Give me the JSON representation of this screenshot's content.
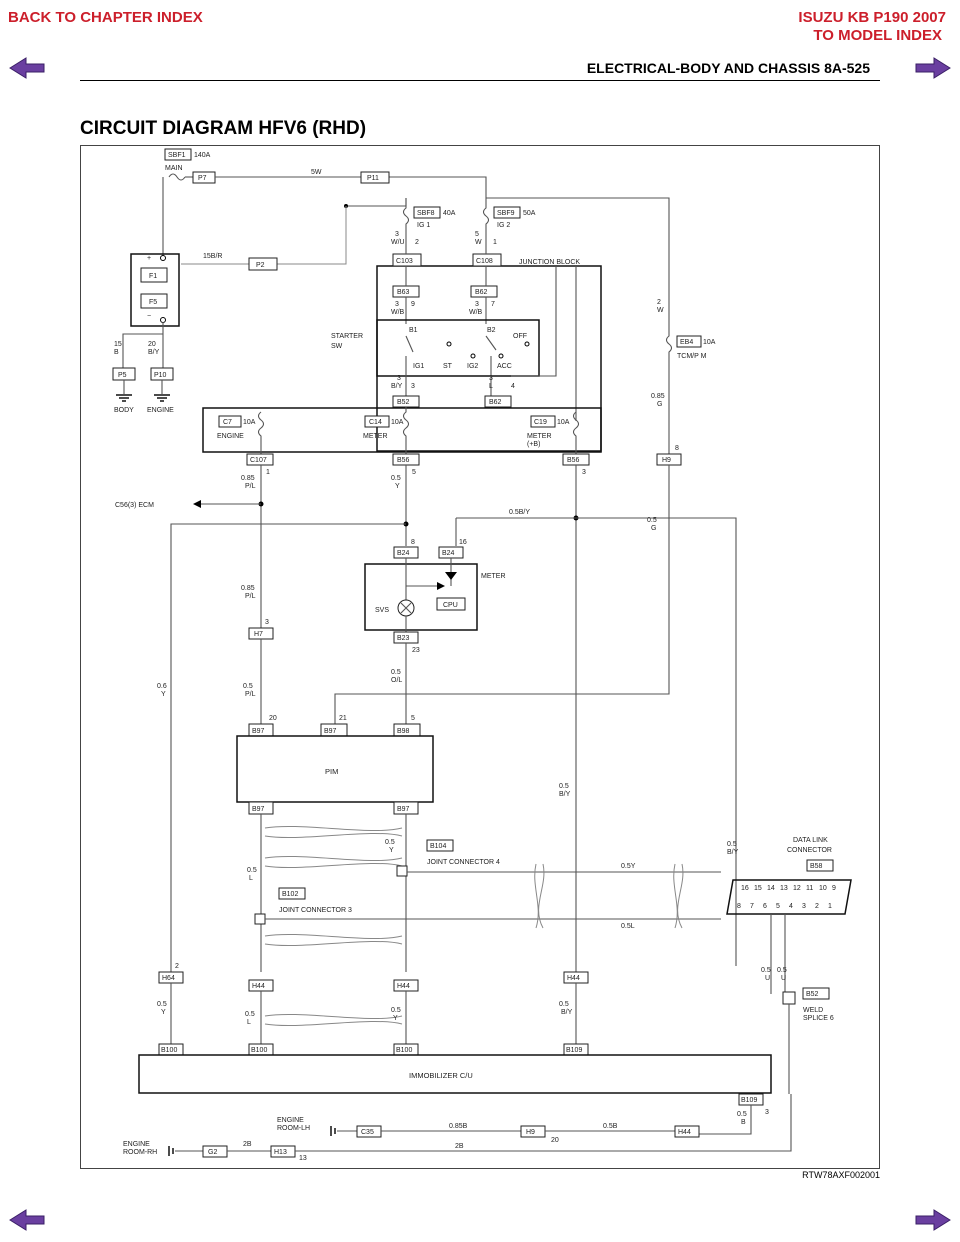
{
  "nav": {
    "back_chapter": "BACK TO CHAPTER INDEX",
    "model_title": "ISUZU KB P190 2007",
    "back_model": "TO MODEL INDEX",
    "accent_color": "#cc1f2b",
    "arrow_color": "#6a3fa0"
  },
  "header": {
    "page_title": "ELECTRICAL-BODY AND CHASSIS  8A-525"
  },
  "section": {
    "title": "CIRCUIT DIAGRAM HFV6 (RHD)"
  },
  "figure": {
    "code": "RTW78AXF002001"
  },
  "diagram": {
    "labels": {
      "sbf1": "SBF1",
      "sbf1_amp": "140A",
      "main": "MAIN",
      "p7": "P7",
      "p11": "P11",
      "wire_5w": "5W",
      "sbf8": "SBF8",
      "sbf8_amp": "40A",
      "ig1": "IG 1",
      "sbf9": "SBF9",
      "sbf9_amp": "50A",
      "ig2": "IG 2",
      "w3": "3",
      "wu": "W/U",
      "p2": "2",
      "w5": "5",
      "w": "W",
      "p1": "1",
      "c103": "C103",
      "c108": "C108",
      "junction_block": "JUNCTION BLOCK",
      "wire_15br": "15B/R",
      "p2b": "P2",
      "b63": "B63",
      "b62": "B62",
      "wb1": "W/B",
      "wb2": "W/B",
      "n3a": "3",
      "n9": "9",
      "n3b": "3",
      "n7": "7",
      "starter_sw": "STARTER",
      "sw": "SW",
      "b1": "B1",
      "b2": "B2",
      "off": "OFF",
      "ig1s": "IG1",
      "st": "ST",
      "ig2s": "IG2",
      "acc": "ACC",
      "by": "B/Y",
      "n3c": "3",
      "n3d": "3",
      "l": "L",
      "n4": "4",
      "b52": "B52",
      "b62b": "B62",
      "f1": "F1",
      "f5": "F5",
      "n15": "15",
      "b": "B",
      "n20": "20",
      "by2": "B/Y",
      "p5": "P5",
      "p10": "P10",
      "body": "BODY",
      "engine": "ENGINE",
      "w2": "2",
      "w2w": "W",
      "eb4": "EB4",
      "eb4_amp": "10A",
      "tcmpm": "TCM/P M",
      "g085": "0.85",
      "g": "G",
      "c7": "C7",
      "c7_amp": "10A",
      "c7_name": "ENGINE",
      "c14": "C14",
      "c14_amp": "10A",
      "c14_name": "METER",
      "c19": "C19",
      "c19_amp": "10A",
      "c19_name": "METER",
      "c19_sub": "(+B)",
      "c107": "C107",
      "b56": "B56",
      "b56b": "B56",
      "h9": "H9",
      "n1": "1",
      "n5": "5",
      "n3e": "3",
      "n8": "8",
      "pl085": "0.85",
      "pl": "P/L",
      "y05": "0.5",
      "y": "Y",
      "c56ecm": "C56(3) ECM",
      "bry085": "0.5B/Y",
      "g05": "0.5",
      "g2": "G",
      "b24a": "B24",
      "b24b": "B24",
      "n8b": "8",
      "n16": "16",
      "meter": "METER",
      "svs": "SVS",
      "cpu": "CPU",
      "b23": "B23",
      "n23": "23",
      "pl085b": "0.85",
      "plb": "P/L",
      "n3f": "3",
      "h7": "H7",
      "pl05": "0.5",
      "plc": "P/L",
      "y06": "0.6",
      "y2": "Y",
      "ol05": "0.5",
      "ol": "O/L",
      "b97a": "B97",
      "b97b": "B97",
      "b98": "B98",
      "n20b": "20",
      "n21": "21",
      "n5b": "5",
      "pim": "PIM",
      "b97c": "B97",
      "b97d": "B97",
      "by05": "0.5",
      "by3": "B/Y",
      "b104": "B104",
      "jc4": "JOINT CONNECTOR 4",
      "b102": "B102",
      "jc3": "JOINT CONNECTOR 3",
      "y05b": "0.5",
      "yb": "Y",
      "l05": "0.5",
      "l2": "L",
      "sy": "0.5Y",
      "sl": "0.5L",
      "dlc": "DATA LINK",
      "dlc2": "CONNECTOR",
      "b58": "B58",
      "dlc_top": [
        "16",
        "15",
        "14",
        "13",
        "12",
        "11",
        "10",
        "9"
      ],
      "dlc_bot": [
        "8",
        "7",
        "6",
        "5",
        "4",
        "3",
        "2",
        "1"
      ],
      "by06": "0.5",
      "by4": "B/Y",
      "h64": "H64",
      "h44a": "H44",
      "h44b": "H44",
      "h44c": "H44",
      "y05c": "0.5",
      "yc": "Y",
      "l05b": "0.5",
      "lb": "L",
      "y05d": "0.5",
      "yd": "Y",
      "by05b": "0.5",
      "byb": "B/Y",
      "b52w": "B52",
      "weld": "WELD",
      "splice": "SPLICE 6",
      "u05a": "0.5",
      "ua": "U",
      "u05b": "0.5",
      "ub": "U",
      "b100a": "B100",
      "b100b": "B100",
      "b100c": "B100",
      "b109": "B109",
      "immo": "IMMOBILIZER C/U",
      "b109b": "B109",
      "b05": "0.5",
      "bb": "B",
      "n3g": "3",
      "er1": "ENGINE",
      "er1b": "ROOM-LH",
      "c35": "C35",
      "w0858": "0.85B",
      "h9b": "H9",
      "w05b": "0.5B",
      "h44d": "H44",
      "n20c": "20",
      "n2": "2",
      "er2": "ENGINE",
      "er2b": "ROOM-RH",
      "g2b": "G2",
      "h13": "H13",
      "w2b": "2B",
      "w2b2": "2B",
      "n13": "13"
    }
  }
}
